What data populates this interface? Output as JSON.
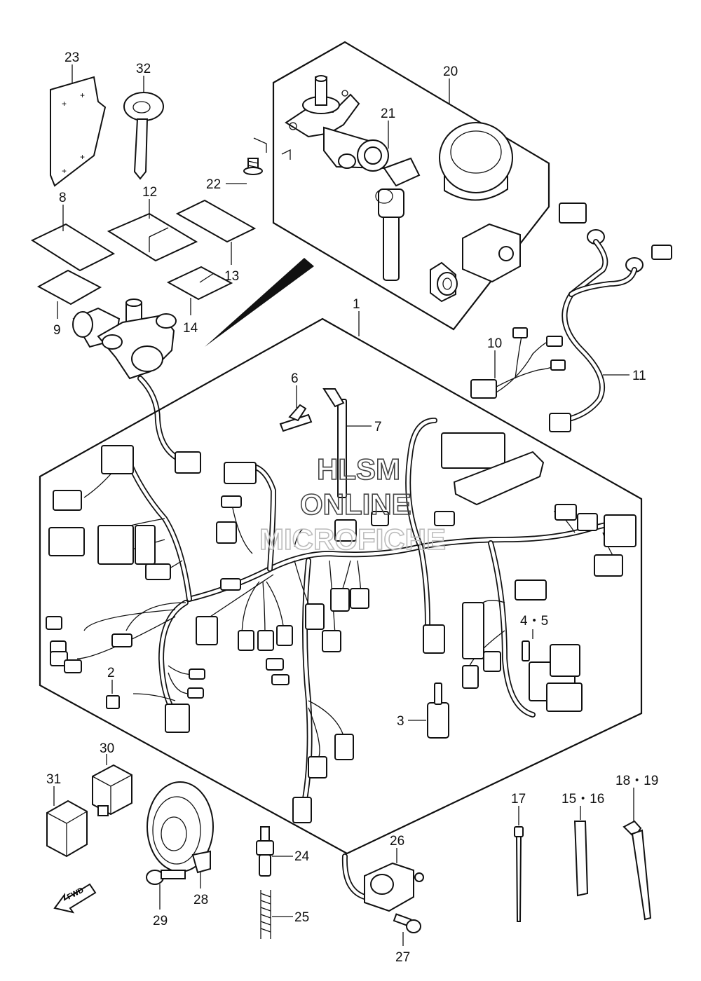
{
  "watermark": {
    "line1": "HLSM",
    "line2": "ONLINE",
    "line3": "MICROFICHE"
  },
  "fwd_label": "FWD",
  "callouts": {
    "c1": "1",
    "c2": "2",
    "c3": "3",
    "c4_5": "4・5",
    "c6": "6",
    "c7": "7",
    "c8": "8",
    "c9": "9",
    "c10": "10",
    "c11": "11",
    "c12": "12",
    "c13": "13",
    "c14": "14",
    "c15_16": "15・16",
    "c17": "17",
    "c18_19": "18・19",
    "c20": "20",
    "c21": "21",
    "c22": "22",
    "c23": "23",
    "c24": "24",
    "c25": "25",
    "c26": "26",
    "c27": "27",
    "c28": "28",
    "c29": "29",
    "c30": "30",
    "c31": "31",
    "c32": "32"
  }
}
